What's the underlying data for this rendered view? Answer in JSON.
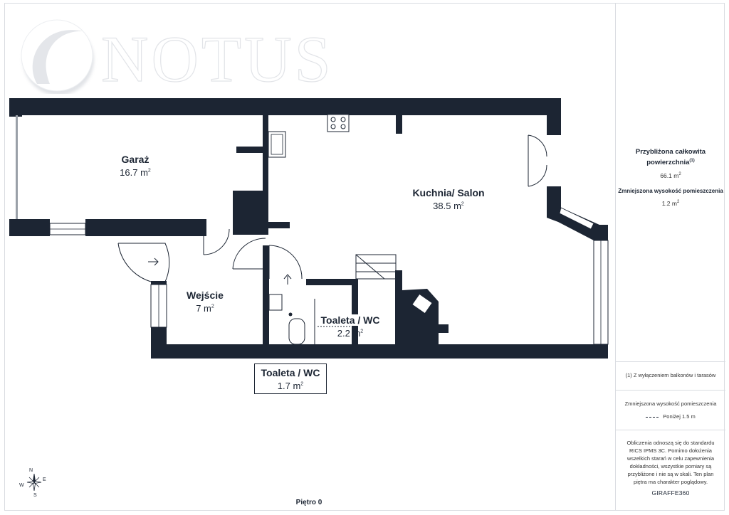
{
  "brand": {
    "logo_text": "NOTUS",
    "software": "GIRAFFE360"
  },
  "rooms": {
    "garage": {
      "name": "Garaż",
      "area": "16.7 m",
      "unit_sup": "2"
    },
    "kitchen": {
      "name": "Kuchnia/ Salon",
      "area": "38.5 m",
      "unit_sup": "2"
    },
    "entrance": {
      "name": "Wejście",
      "area": "7 m",
      "unit_sup": "2"
    },
    "toilet_small": {
      "name": "Toaleta / WC",
      "area": "2.2 m",
      "unit_sup": "2"
    },
    "toilet_box": {
      "name": "Toaleta / WC",
      "area": "1.7 m",
      "unit_sup": "2"
    }
  },
  "floor_label": "Piętro 0",
  "compass": {
    "n": "N",
    "e": "E",
    "s": "S",
    "w": "W"
  },
  "sidebar": {
    "total_title": "Przybliżona całkowita powierzchnia",
    "total_title_sup": "(1)",
    "total_value": "66.1 m",
    "reduced_title": "Zmniejszona wysokość pomieszczenia",
    "reduced_value": "1.2 m",
    "unit_sup": "2",
    "footnote": "(1) Z wyłączeniem balkonów i tarasów",
    "legend_title": "Zmniejszona wysokość pomieszczenia",
    "legend_item": "Poniżej 1.5 m",
    "disclaimer": "Obliczenia odnoszą się do standardu RICS IPMS 3C. Pomimo dołożenia wszelkich starań w celu zapewnienia dokładności, wszystkie pomiary są przybliżone i nie są w skali. Ten plan piętra ma charakter poglądowy."
  },
  "colors": {
    "wall": "#1c2533",
    "line": "#d9dce1",
    "logo": "#e6e8ec"
  }
}
